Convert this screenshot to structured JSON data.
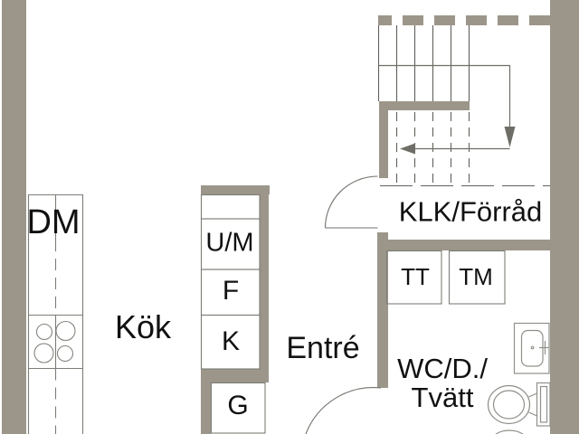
{
  "plan_type": "apartment-floor-plan",
  "rooms": [
    {
      "name": "kitchen",
      "label": "Kök"
    },
    {
      "name": "entry",
      "label": "Entré"
    },
    {
      "name": "closet-storage",
      "label": "KLK/Förråd"
    },
    {
      "name": "wc-shower-laundry",
      "label_line1": "WC/D./",
      "label_line2": "Tvätt"
    }
  ],
  "appliances": [
    {
      "name": "dishwasher",
      "label": "DM"
    },
    {
      "name": "oven-microwave",
      "label": "U/M"
    },
    {
      "name": "freezer",
      "label": "F"
    },
    {
      "name": "fridge",
      "label": "K"
    },
    {
      "name": "wardrobe",
      "label": "G"
    },
    {
      "name": "tumble-dryer",
      "label": "TT"
    },
    {
      "name": "washing-machine",
      "label": "TM"
    }
  ],
  "icons": {
    "stove": "four-burner-cooktop",
    "sink": "wall-mounted-washbasin",
    "toilet": "toilet-with-tank",
    "stairs": "double-flight-stair-with-direction-arrow",
    "doors": "quarter-circle-door-swings"
  },
  "colors": {
    "background": "#ffffff",
    "wall": "#9c968a",
    "cabinet_line": "#7d7d77",
    "stair_line": "#60605a",
    "arrow": "#6e6e66",
    "fixture_line": "#90908a",
    "text": "#111111"
  }
}
